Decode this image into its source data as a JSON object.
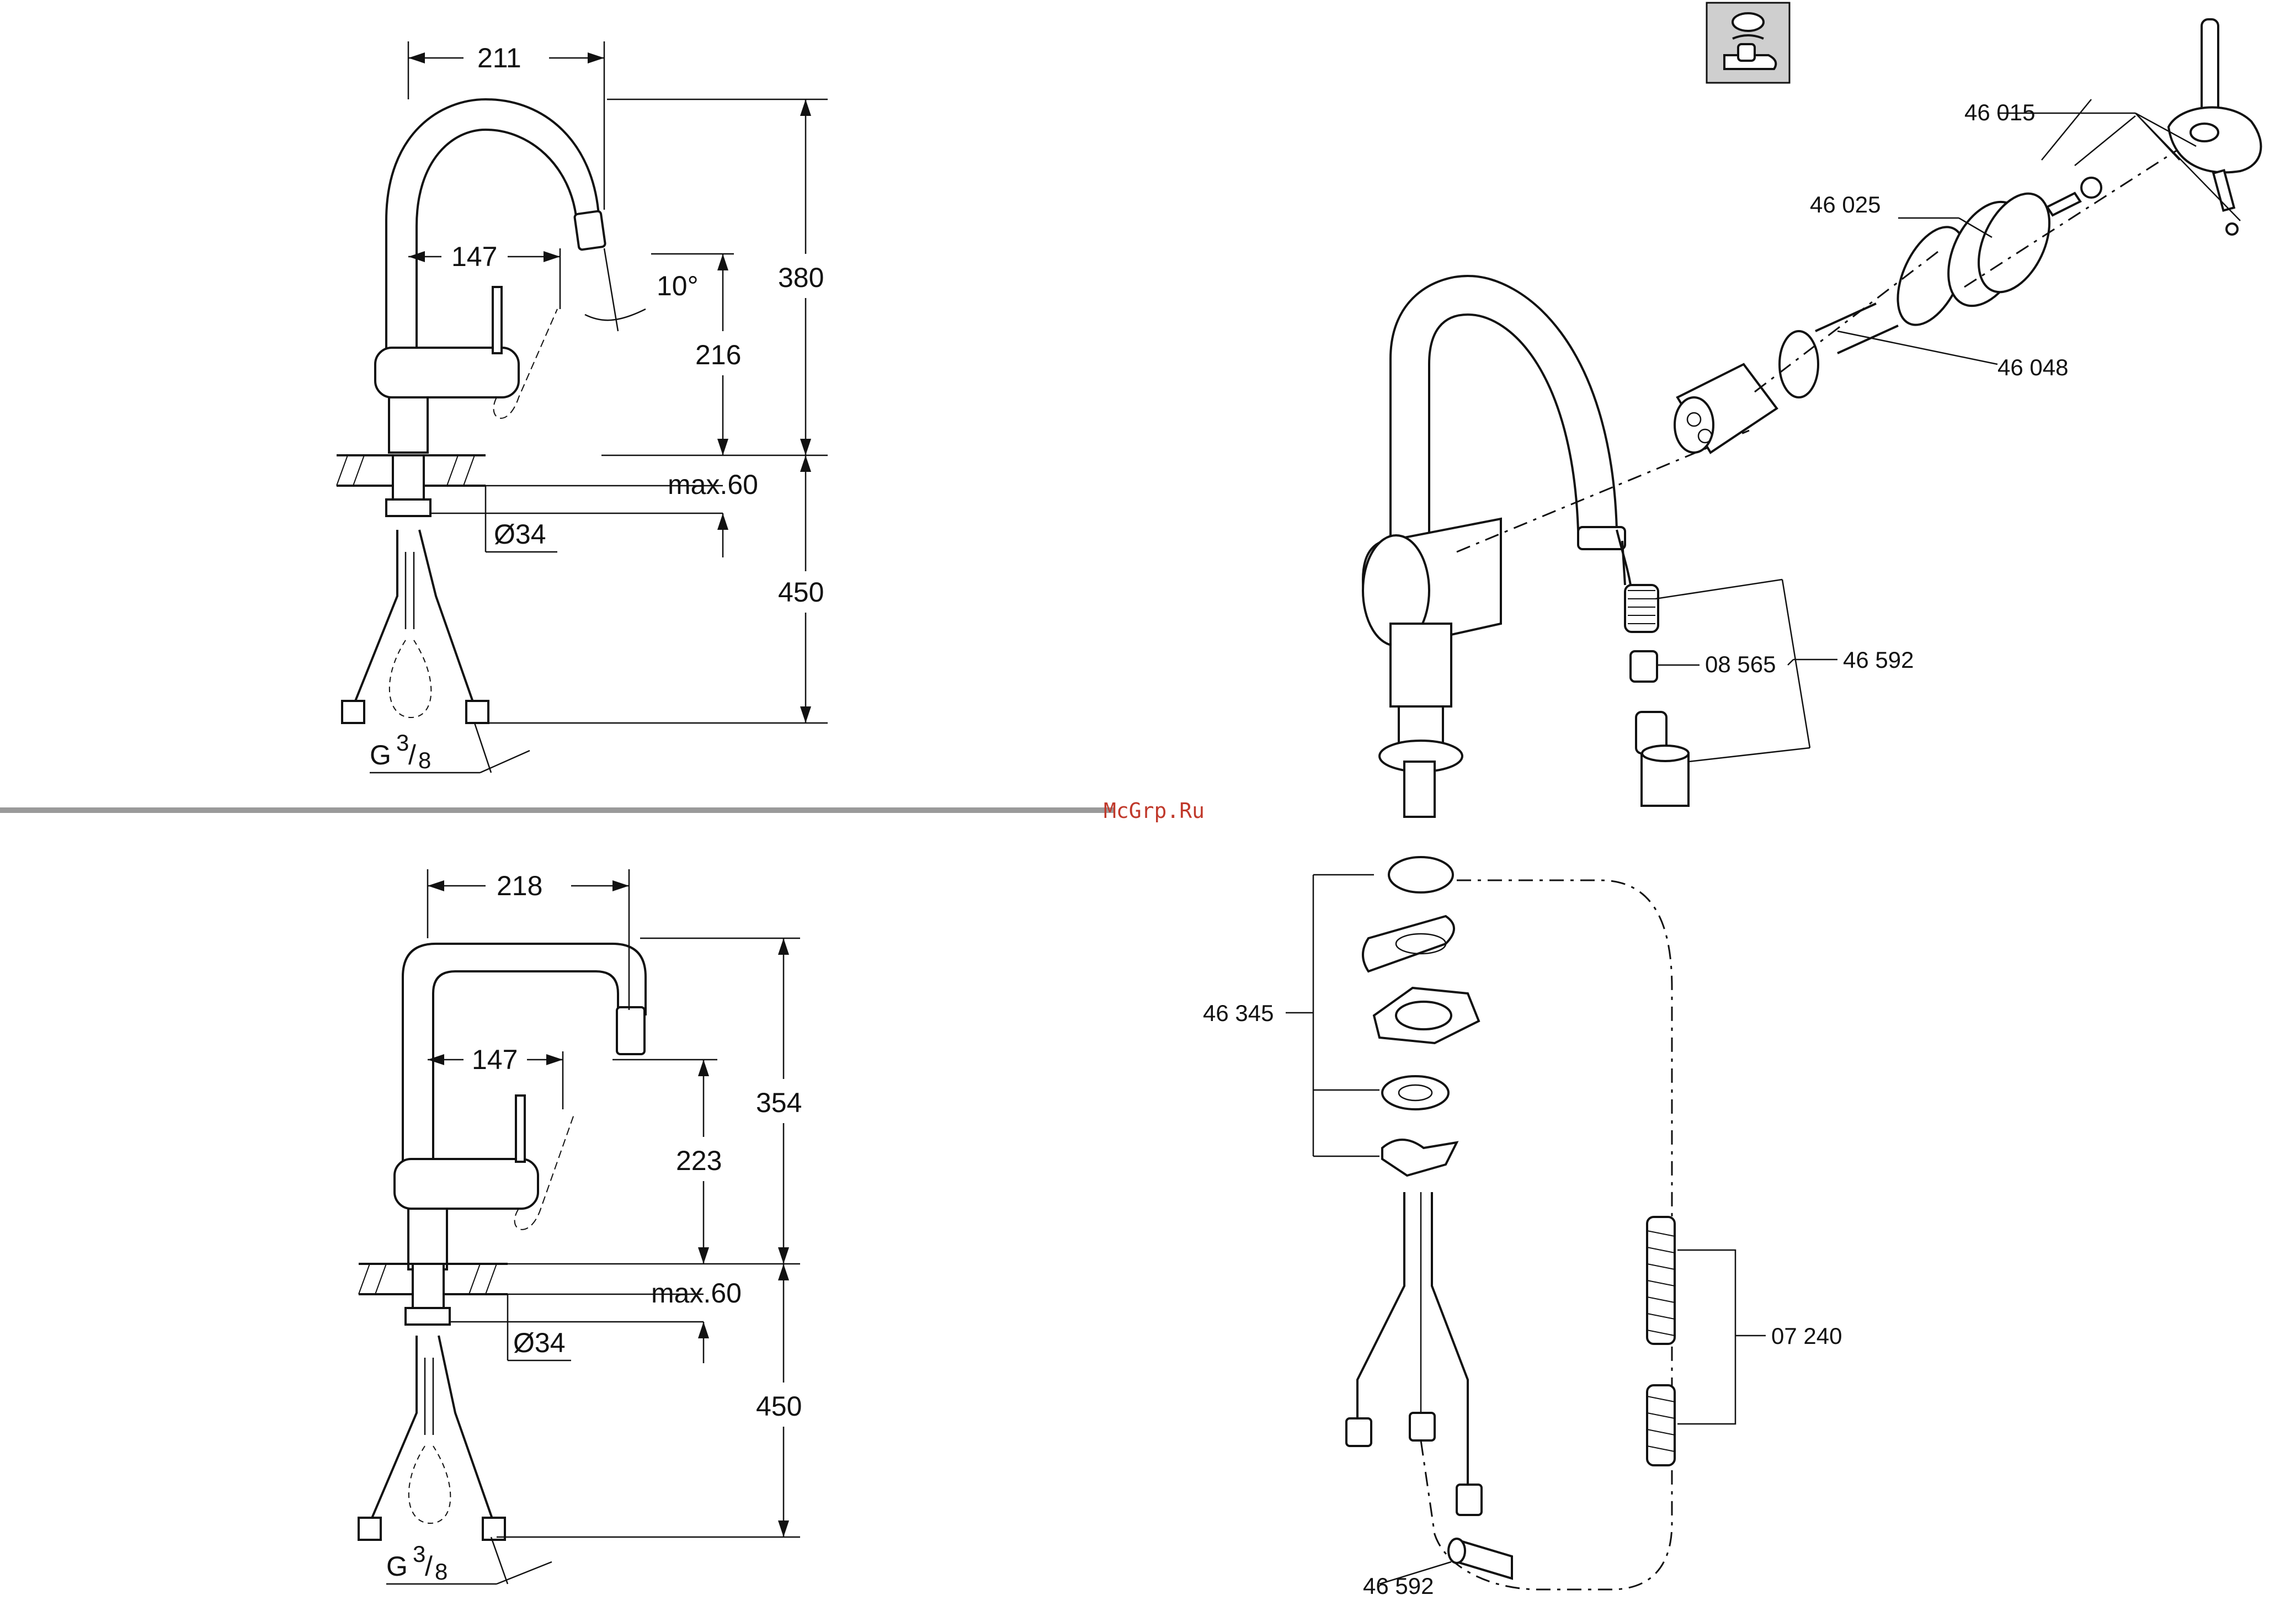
{
  "top_view": {
    "dim_width": "211",
    "dim_offset": "147",
    "dim_angle": "10°",
    "dim_spout_height": "216",
    "dim_total_height": "380",
    "dim_max_counter": "max.60",
    "dim_hole": "Ø34",
    "dim_hose": "450",
    "thread_g": "G",
    "thread_num": "3",
    "thread_den": "8"
  },
  "bottom_view": {
    "dim_width": "218",
    "dim_offset": "147",
    "dim_spout_height": "223",
    "dim_total_height": "354",
    "dim_max_counter": "max.60",
    "dim_hole": "Ø34",
    "dim_hose": "450",
    "thread_g": "G",
    "thread_num": "3",
    "thread_den": "8"
  },
  "parts": {
    "handle": "46 015",
    "cartridge_cover": "46 025",
    "cartridge": "46 048",
    "pullout_spray": "46 592",
    "check_valve": "08 565",
    "mounting_set": "46 345",
    "spring": "07 240",
    "hose_weight": "46 592"
  },
  "watermark": "McGrp.Ru",
  "icon": "lever-tap-icon"
}
